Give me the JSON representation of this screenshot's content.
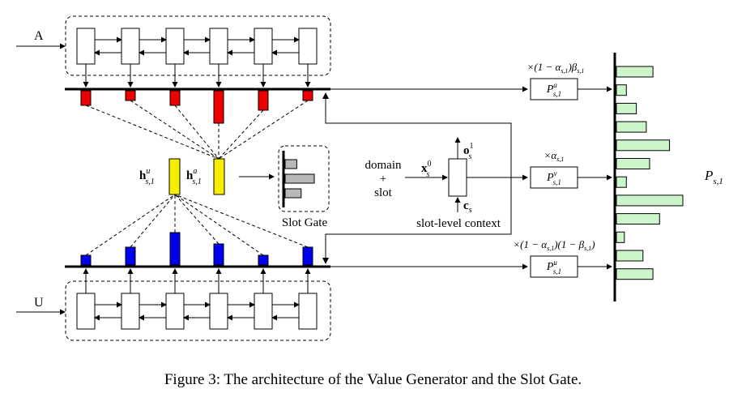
{
  "inputs": {
    "top": "A",
    "bottom": "U"
  },
  "hidden": {
    "u": "h",
    "u_sup": "u",
    "u_sub": "s,1",
    "a": "h",
    "a_sup": "a",
    "a_sub": "s,1"
  },
  "slot_gate": {
    "label": "Slot Gate"
  },
  "decoder": {
    "domain": "domain",
    "plus": "+",
    "slot": "slot",
    "input": "x",
    "input_sup": "0",
    "input_sub": "s",
    "output": "o",
    "output_sup": "1",
    "output_sub": "s",
    "context": "c",
    "context_sub": "s",
    "context_label": "slot-level context"
  },
  "distributions": {
    "pa": {
      "P": "P",
      "sup": "a",
      "sub": "s,1",
      "weight": "×(1 − α",
      "weight_sub": "s,1",
      "weight_rest": ")β",
      "weight_rest_sub": "s,1"
    },
    "pv": {
      "P": "P",
      "sup": "v",
      "sub": "s,1",
      "weight": "×α",
      "weight_sub": "s,1"
    },
    "pu": {
      "P": "P",
      "sup": "u",
      "sub": "s,1",
      "weight": "×(1 − α",
      "weight_sub": "s,1",
      "weight_mid": ")(1 − β",
      "weight_mid_sub": "s,1",
      "weight_end": ")"
    }
  },
  "final": {
    "P": "P",
    "sub": "s,1"
  },
  "caption": "Figure 3: The architecture of the Value Generator and the Slot Gate.",
  "colors": {
    "attention_a": "#ee0000",
    "attention_u": "#0000ee",
    "hidden": "#f5ee00",
    "slot_gate_bars": "#b8b8b8",
    "output_bars": "#ccf5cc"
  },
  "attention_a": [
    0.45,
    0.3,
    0.45,
    1.0,
    0.6,
    0.3
  ],
  "attention_u": [
    0.3,
    0.55,
    1.0,
    0.65,
    0.3,
    0.55
  ],
  "slot_gate_bars": [
    0.4,
    1.0,
    0.55
  ],
  "output_bars": [
    0.55,
    0.15,
    0.3,
    0.45,
    0.8,
    0.5,
    0.15,
    1.0,
    0.65,
    0.12,
    0.4,
    0.55
  ]
}
